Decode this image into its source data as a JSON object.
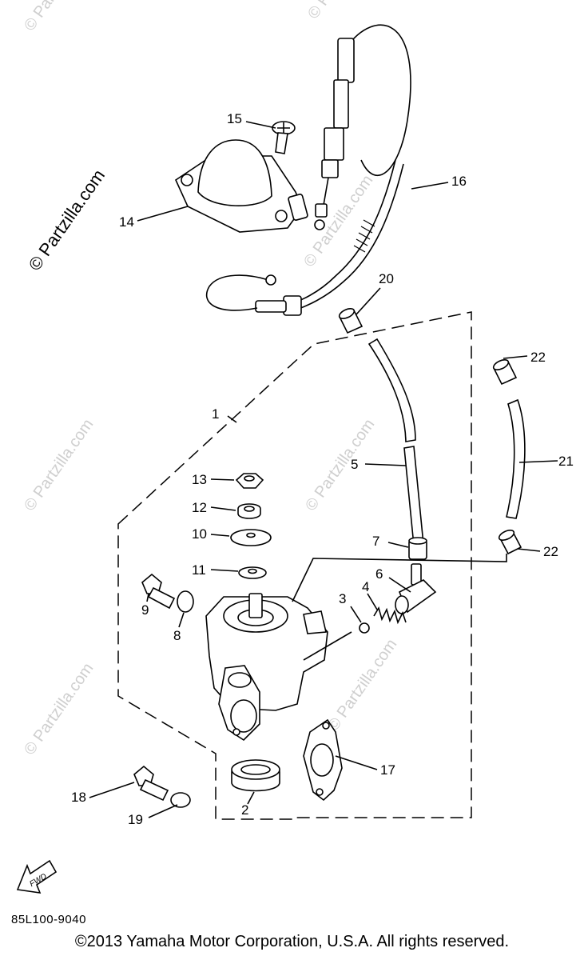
{
  "watermark": {
    "primary": "© Partzilla.com",
    "faded": "© Partzilla.com"
  },
  "callouts": {
    "c1": "1",
    "c2": "2",
    "c3": "3",
    "c4": "4",
    "c5": "5",
    "c6": "6",
    "c7": "7",
    "c8": "8",
    "c9": "9",
    "c10": "10",
    "c11": "11",
    "c12": "12",
    "c13": "13",
    "c14": "14",
    "c15": "15",
    "c16": "16",
    "c17": "17",
    "c18": "18",
    "c19": "19",
    "c20": "20",
    "c21": "21",
    "c22a": "22",
    "c22b": "22"
  },
  "fwd_label": "FWD",
  "diagram_code": "85L100-9040",
  "copyright": "©2013  Yamaha Motor Corporation, U.S.A. All rights reserved."
}
